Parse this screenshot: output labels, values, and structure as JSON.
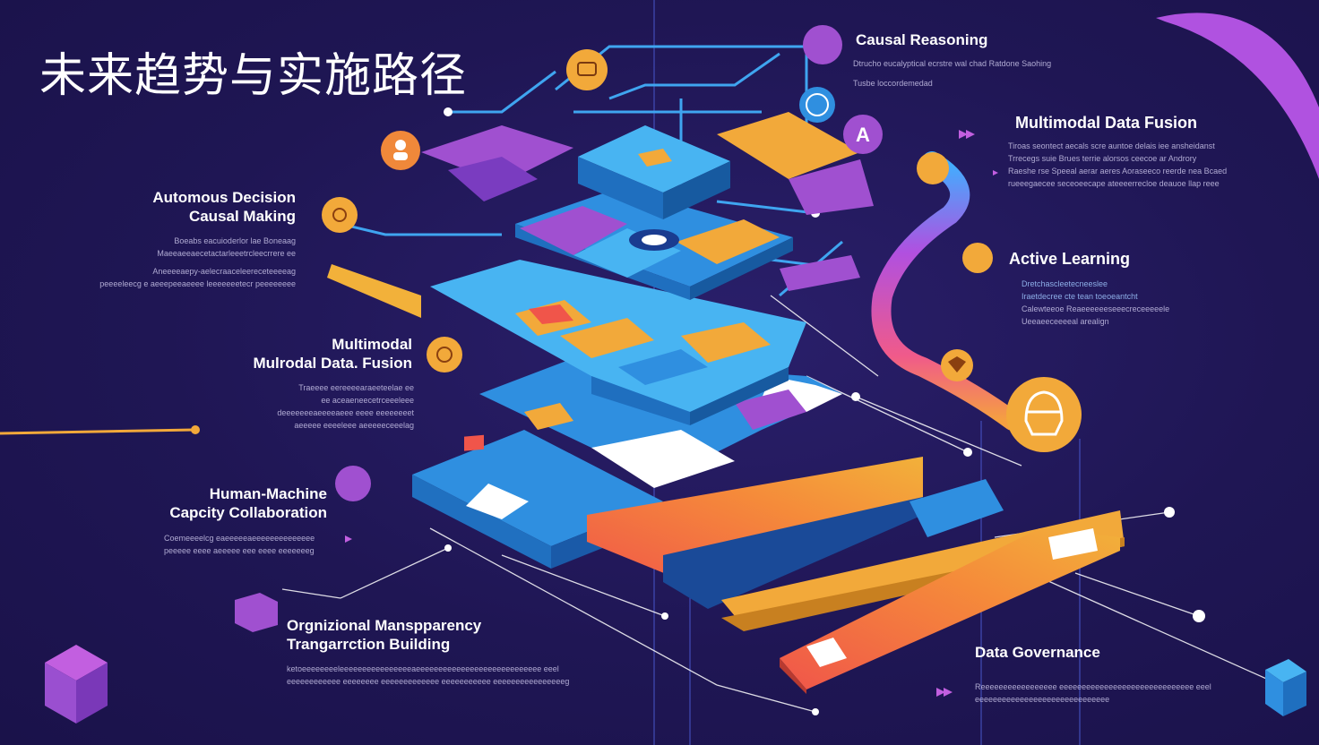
{
  "title": "未来趋势与实施路径",
  "labels": {
    "causal_reasoning": "Causal Reasoning",
    "multimodal_right": "Multimodal Data Fusion",
    "active_learning": "Active Learning",
    "autonomous_1": "Automous Decision",
    "autonomous_2": "Causal Making",
    "multimodal_left_1": "Multimodal",
    "multimodal_left_2": "Mulrodal Data. Fusion",
    "human_machine_1": "Human-Machine",
    "human_machine_2": "Capcity Collaboration",
    "organizational_1": "Orgnizional Manspparency",
    "organizational_2": "Trangarrction Building",
    "data_governance": "Data Governance"
  },
  "descriptions": {
    "causal_reasoning": [
      "Dtrucho eucalyptical ecrstre wal chad  Ratdone Saohing",
      "Tusbe loccordemedad"
    ],
    "multimodal_right": [
      "Tiroas seontect aecals scre auntoe delais iee ansheidanst",
      "Trrecegs suie Brues terrie alorsos ceecoe ar Androry",
      "Raeshe rse Speeal aerar aeres Aoraseeco reerde nea Bcaed",
      "rueeegaecee seceoeecape ateeeerrecloe deauoe llap reee"
    ],
    "active_learning": [
      "Dretchascleetecneeslee",
      "Iraetdecree cte tean toeoeantcht",
      "Calewteeoe   Reaeeeeeeseeecreceeeeele",
      "Ueeaeeceeeeal arealign"
    ],
    "autonomous": [
      "Boeabs  eacuioderlor lae Boneaag",
      "Maeeaeeaecetactarleeetrcleecrrere ee",
      "Aneeeeaepy-aelecraaceleereceteeeeag",
      "peeeeleecg e aeeepeeaeeee leeeeeeetecr peeeeeeee"
    ],
    "multimodal_left": [
      "Traeeee eereeeearaeeteelae ee",
      "ee aceaeneecetrceeeleee",
      "deeeeeeeaeeeeaeee eeee eeeeeeeet",
      "aeeeee eeeeleee aeeeeeceeelag"
    ],
    "human_machine": [
      "Coemeeeelcg eaeeeeeaeeeeeeeeeeeeee",
      "peeeee eeee aeeeee eee eeee eeeeeeeg"
    ],
    "organizational": [
      "ketoeeeeeeeeleeeeeeeeeeeeeeeeaeeeeeeeeeeeeeeeeeeeeeeeeeeee eeel",
      "eeeeeeeeeeee eeeeeeee eeeeeeeeeeeee eeeeeeeeeee eeeeeeeeeeeeeeeeg"
    ],
    "data_governance": [
      "Reeeeeeeeeeeeeeeee eeeeeeeeeeeeeeeeeeeeeeeeeeeeee eeel",
      "eeeeeeeeeeeeeeeeeeeeeeeeeeeeee"
    ]
  },
  "colors": {
    "background": "#1f1654",
    "blue": "#2f8fe0",
    "blue_top": "#48b4f2",
    "orange": "#f2a93a",
    "coral": "#f0554a",
    "purple": "#9a4fd0",
    "violet": "#c25fe0",
    "white": "#ffffff"
  },
  "icons": [
    "badge-icon",
    "person-icon",
    "brain-icon",
    "letter-a-icon",
    "lion-icon",
    "robot-head-icon",
    "cube-icon"
  ]
}
